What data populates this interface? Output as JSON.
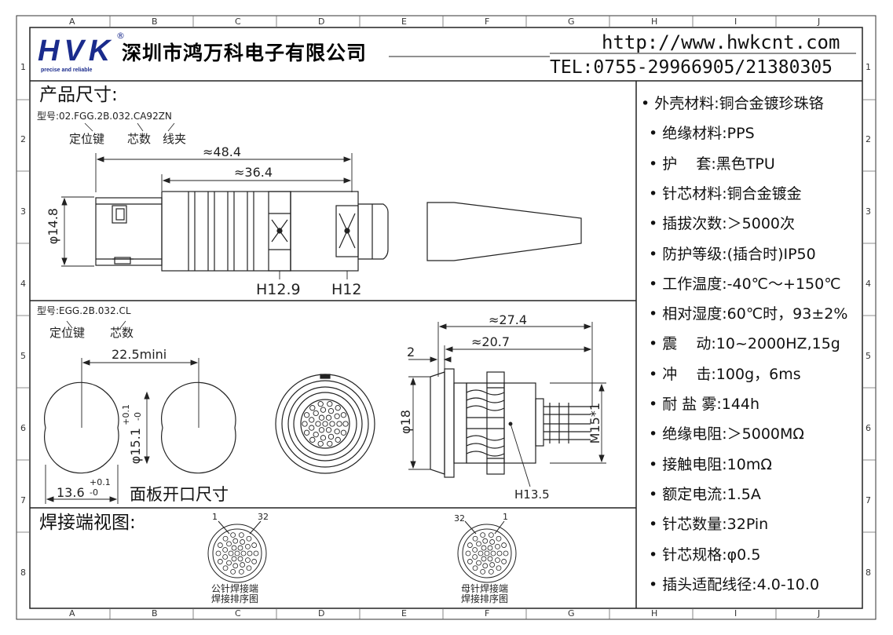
{
  "ruler": {
    "columns": [
      "A",
      "B",
      "C",
      "D",
      "E",
      "F",
      "G",
      "H",
      "I",
      "J"
    ],
    "rows": [
      "1",
      "2",
      "3",
      "4",
      "5",
      "6",
      "7",
      "8"
    ]
  },
  "header": {
    "logo_text": "HVK",
    "logo_registered": "®",
    "logo_tagline": "precise and reliable",
    "company_name": "深圳市鸿万科电子有限公司",
    "url": "http://www.hwkcnt.com",
    "tel": "TEL:0755-29966905/21380305"
  },
  "product": {
    "section_title": "产品尺寸:",
    "model_label": "型号:02.FGG.2B.032.CA92ZN",
    "annotations": [
      "定位键",
      "芯数",
      "线夹"
    ],
    "dims": {
      "overall_length": "≈48.4",
      "body_length": "≈36.4",
      "diameter": "φ14.8",
      "hex1": "H12.9",
      "hex2": "H12"
    }
  },
  "socket": {
    "model_label": "型号:EGG.2B.032.CL",
    "annotations": [
      "定位键",
      "芯数"
    ],
    "panel_cutout_title": "面板开口尺寸",
    "dims": {
      "cutout_spacing": "22.5mini",
      "cutout_dia": "φ15.1",
      "cutout_dia_tol_plus": "+0.1",
      "cutout_dia_tol_minus": "-0",
      "flat_width": "13.6",
      "flat_tol_plus": "+0.1",
      "flat_tol_minus": "-0",
      "overall_length": "≈27.4",
      "body_length": "≈20.7",
      "flange": "2",
      "flange_dia": "φ18",
      "thread": "M15*1",
      "hex": "H13.5"
    }
  },
  "solder_view": {
    "section_title": "焊接端视图:",
    "male": {
      "pin_first": "1",
      "pin_last": "32",
      "caption_1": "公针焊接端",
      "caption_2": "焊接排序图"
    },
    "female": {
      "pin_first": "32",
      "pin_last": "1",
      "caption_1": "母针焊接端",
      "caption_2": "焊接排序图"
    }
  },
  "specs": [
    {
      "bullet": "•",
      "label": "外壳材料:铜合金镀珍珠铬"
    },
    {
      "bullet": "•",
      "label": "绝缘材料:PPS"
    },
    {
      "bullet": "•",
      "label": "护    套:黑色TPU"
    },
    {
      "bullet": "•",
      "label": "针芯材料:铜合金镀金"
    },
    {
      "bullet": "•",
      "label": "插拔次数:＞5000次"
    },
    {
      "bullet": "•",
      "label": "防护等级:(插合时)IP50"
    },
    {
      "bullet": "•",
      "label": "工作温度:-40℃～+150℃"
    },
    {
      "bullet": "•",
      "label": "相对湿度:60℃时，93±2%"
    },
    {
      "bullet": "•",
      "label": "震    动:10~2000HZ,15g"
    },
    {
      "bullet": "•",
      "label": "冲    击:100g，6ms"
    },
    {
      "bullet": "•",
      "label": "耐 盐 雾:144h"
    },
    {
      "bullet": "•",
      "label": "绝缘电阻:＞5000MΩ"
    },
    {
      "bullet": "•",
      "label": "接触电阻:10mΩ"
    },
    {
      "bullet": "•",
      "label": "额定电流:1.5A"
    },
    {
      "bullet": "•",
      "label": "针芯数量:32Pin"
    },
    {
      "bullet": "•",
      "label": "针芯规格:φ0.5"
    },
    {
      "bullet": "•",
      "label": "插头适配线径:4.0-10.0"
    }
  ],
  "colors": {
    "logo": "#1a2b8c",
    "line": "#222222",
    "frame": "#333333"
  }
}
